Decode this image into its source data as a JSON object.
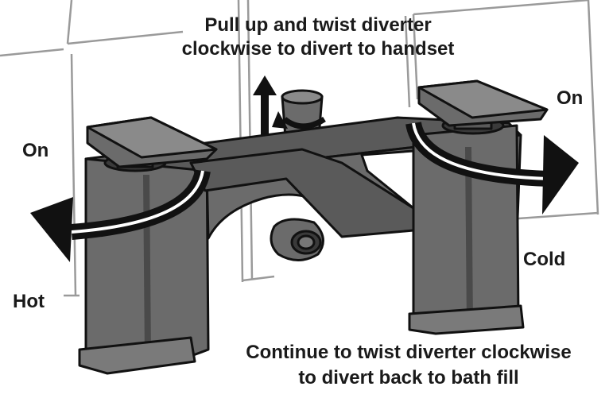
{
  "instructions": {
    "top_line1": "Pull up and twist diverter",
    "top_line2": "clockwise to divert to handset",
    "bottom_line1": "Continue to twist diverter clockwise",
    "bottom_line2": "to divert back to bath fill"
  },
  "handles": {
    "left_on": "On",
    "left_hot": "Hot",
    "right_on": "On",
    "right_cold": "Cold"
  },
  "colors": {
    "body": "#6b6b6b",
    "body_dark": "#4a4a4a",
    "handle": "#5a5a5a",
    "outline": "#111111",
    "arrow": "#111111",
    "tile_line": "#9a9a9a"
  }
}
